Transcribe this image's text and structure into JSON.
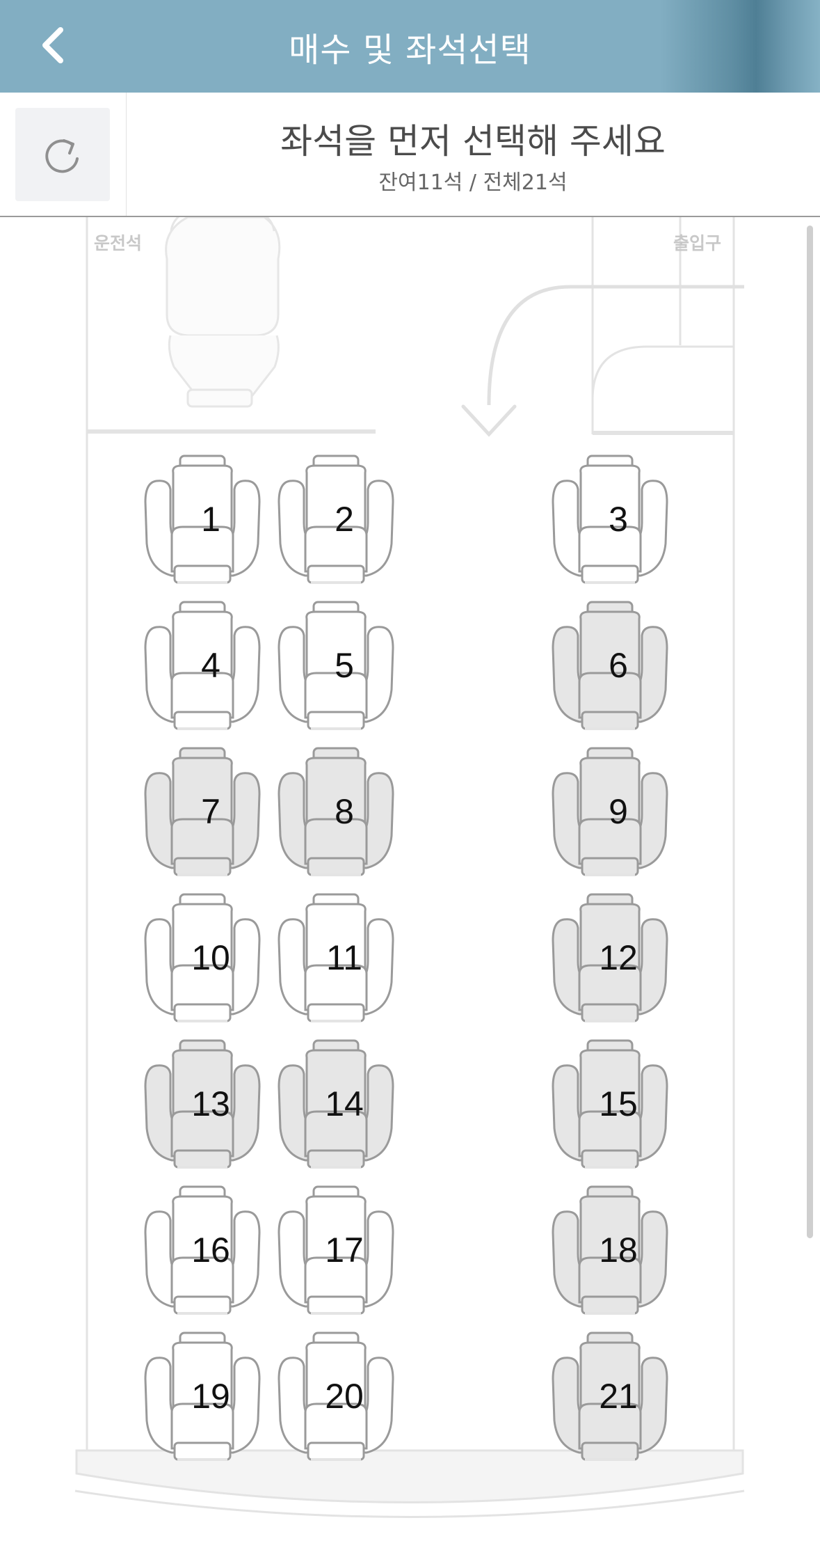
{
  "header": {
    "title": "매수 및 좌석선택",
    "back_icon": "chevron-left-icon"
  },
  "info": {
    "title": "좌석을 먼저 선택해 주세요",
    "summary": "잔여11석 / 전체21석",
    "refresh_icon": "refresh-icon"
  },
  "bus": {
    "driver_label": "운전석",
    "entrance_label": "출입구"
  },
  "colors": {
    "header_bg": "#82aec2",
    "available_seat": "#ffffff",
    "taken_seat": "#e6e6e6",
    "seat_outline": "#9a9a9a"
  },
  "seats": [
    {
      "number": "1",
      "status": "available"
    },
    {
      "number": "2",
      "status": "available"
    },
    {
      "number": "3",
      "status": "available"
    },
    {
      "number": "4",
      "status": "available"
    },
    {
      "number": "5",
      "status": "available"
    },
    {
      "number": "6",
      "status": "taken"
    },
    {
      "number": "7",
      "status": "taken"
    },
    {
      "number": "8",
      "status": "taken"
    },
    {
      "number": "9",
      "status": "taken"
    },
    {
      "number": "10",
      "status": "available"
    },
    {
      "number": "11",
      "status": "available"
    },
    {
      "number": "12",
      "status": "taken"
    },
    {
      "number": "13",
      "status": "taken"
    },
    {
      "number": "14",
      "status": "taken"
    },
    {
      "number": "15",
      "status": "taken"
    },
    {
      "number": "16",
      "status": "available"
    },
    {
      "number": "17",
      "status": "available"
    },
    {
      "number": "18",
      "status": "taken"
    },
    {
      "number": "19",
      "status": "available"
    },
    {
      "number": "20",
      "status": "available"
    },
    {
      "number": "21",
      "status": "taken"
    }
  ]
}
